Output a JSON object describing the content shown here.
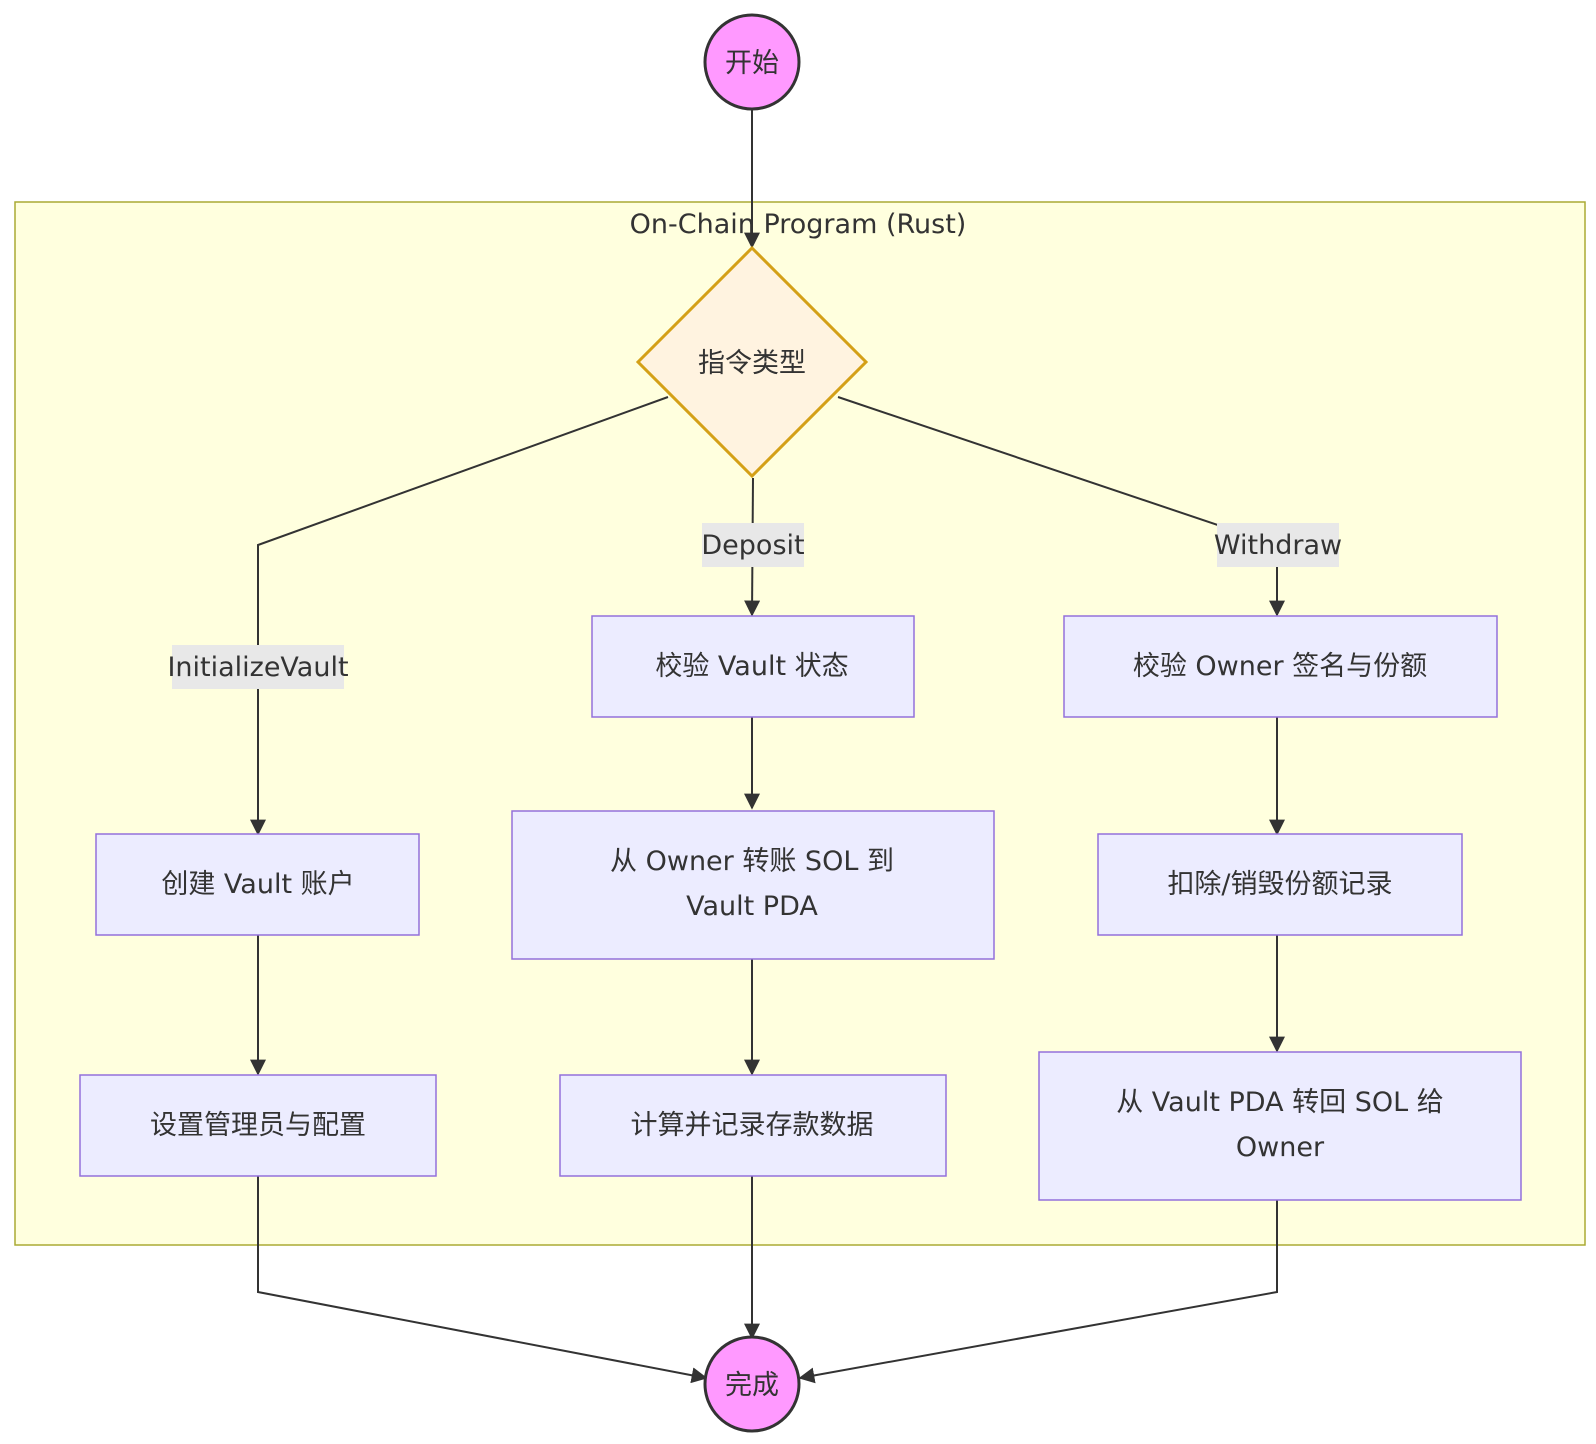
{
  "cluster": {
    "title": "On-Chain Program (Rust)"
  },
  "nodes": {
    "start": "开始",
    "decision": "指令类型",
    "init_create": "创建 Vault 账户",
    "init_config": "设置管理员与配置",
    "dep_check": "校验 Vault 状态",
    "dep_transfer_1": "从 Owner 转账 SOL 到",
    "dep_transfer_2": "Vault PDA",
    "dep_record": "计算并记录存款数据",
    "wd_check": "校验 Owner 签名与份额",
    "wd_burn": "扣除/销毁份额记录",
    "wd_transfer_1": "从 Vault PDA 转回 SOL 给",
    "wd_transfer_2": "Owner",
    "end": "完成"
  },
  "edge_labels": {
    "initialize": "InitializeVault",
    "deposit": "Deposit",
    "withdraw": "Withdraw"
  },
  "colors": {
    "cluster_fill": "#ffffde",
    "cluster_stroke": "#aaaa33",
    "node_fill": "#ececff",
    "node_stroke": "#9370db",
    "terminal_fill": "#ff99ff",
    "terminal_stroke": "#333333",
    "decision_fill": "#fff3e0",
    "decision_stroke": "#d4a017",
    "edge": "#333333",
    "label_bg": "#e8e8e8"
  }
}
